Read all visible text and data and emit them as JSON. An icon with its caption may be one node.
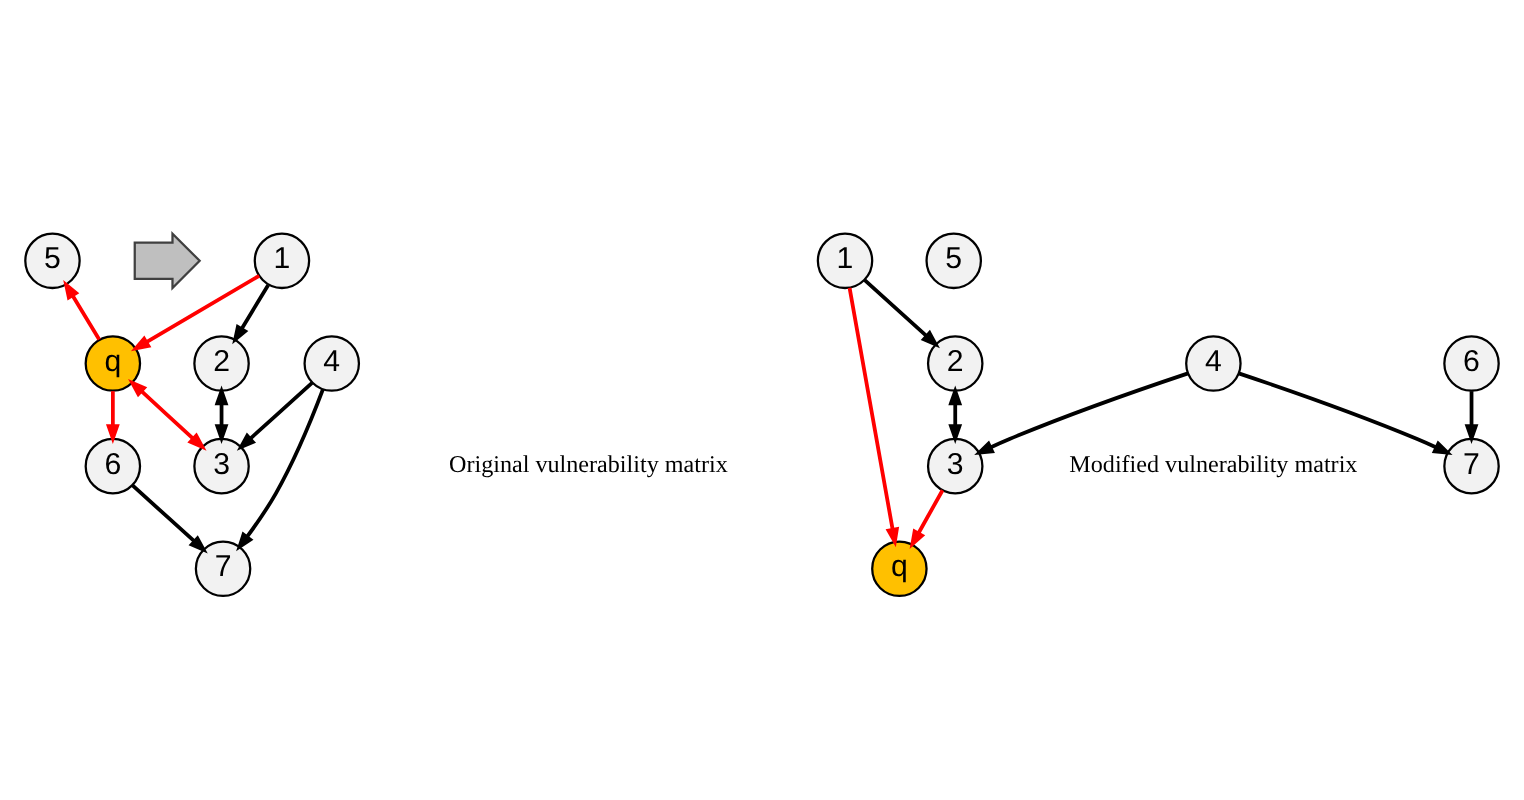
{
  "diagram": {
    "nodes": [
      {
        "text": [
          "1"
        ]
      },
      {
        "text": [
          "2"
        ]
      },
      {
        "text": [
          "q"
        ]
      },
      {
        "text": [
          "5"
        ]
      },
      {
        "text": [
          "6"
        ]
      },
      {
        "text": [
          "3"
        ]
      },
      {
        "text": [
          "7"
        ]
      },
      {
        "text": [
          "4"
        ]
      },
      {
        "text": [],
        "shape": "arrow"
      },
      {
        "text": [
          "1"
        ]
      },
      {
        "text": [
          "2"
        ]
      },
      {
        "text": [
          "q"
        ]
      },
      {
        "text": [
          "5"
        ]
      },
      {
        "text": [
          "6"
        ]
      },
      {
        "text": [
          "3"
        ]
      },
      {
        "text": [
          "7"
        ]
      },
      {
        "text": [
          "4"
        ]
      }
    ],
    "edges": [
      {
        "from": 0,
        "to": 1,
        "arrow": "to"
      },
      {
        "from": 0,
        "to": 2,
        "arrow": "to",
        "color": "#ff0000"
      },
      {
        "from": 2,
        "to": 3,
        "arrow": "to",
        "color": "#ff0000"
      },
      {
        "from": 2,
        "to": 4,
        "arrow": "to",
        "color": "#ff0000"
      },
      {
        "from": 2,
        "to": 5,
        "arrow": "both",
        "color": "#ff0000"
      },
      {
        "from": 1,
        "to": 5,
        "arrow": "both"
      },
      {
        "from": 7,
        "to": 5,
        "arrow": "to"
      },
      {
        "from": 7,
        "to": 6,
        "arrow": "to"
      },
      {
        "from": 4,
        "to": 6,
        "arrow": "to"
      },
      {
        "from": 9,
        "to": 10,
        "arrow": "to"
      },
      {
        "from": 9,
        "to": 11,
        "arrow": "to",
        "color": "#ff0000"
      },
      {
        "from": 14,
        "to": 11,
        "arrow": "to",
        "color": "#ff0000"
      },
      {
        "from": 10,
        "to": 14,
        "arrow": "both"
      },
      {
        "from": 16,
        "to": 14,
        "arrow": "to"
      },
      {
        "from": 16,
        "to": 15,
        "arrow": "to"
      },
      {
        "from": 13,
        "to": 15,
        "arrow": "to"
      }
    ],
    "labels": [
      "Original vulnerability matrix",
      "Modified vulnerability matrix"
    ]
  }
}
